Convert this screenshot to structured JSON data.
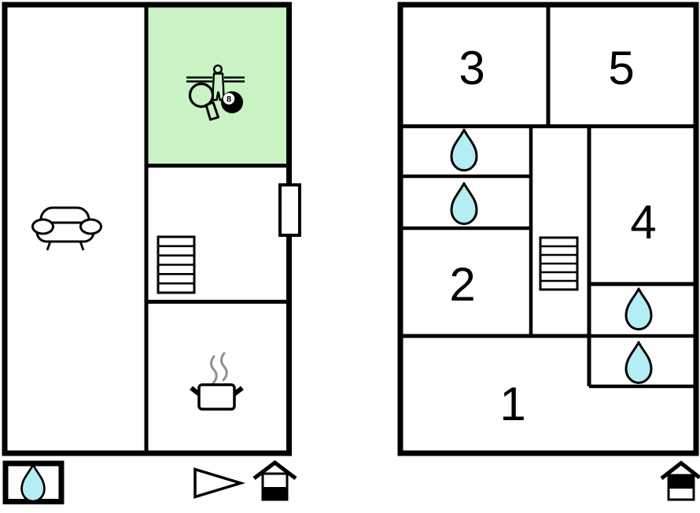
{
  "colors": {
    "wall": "#000000",
    "background": "#ffffff",
    "game_room_fill": "#c9f2c5",
    "water_drop_fill": "#b2eef3",
    "steam_gray": "#8f8f8f"
  },
  "ground_floor": {
    "pool_ball_number": "8",
    "icons": [
      "table-football-icon",
      "table-tennis-icon",
      "pool-eight-ball-icon",
      "sofa-icon",
      "stairs-icon",
      "window-icon",
      "cooking-pot-icon",
      "water-drop-icon",
      "north-arrow-icon",
      "house-entrance-ground-icon"
    ]
  },
  "first_floor": {
    "rooms": [
      {
        "number": "1"
      },
      {
        "number": "2"
      },
      {
        "number": "3"
      },
      {
        "number": "4"
      },
      {
        "number": "5"
      }
    ],
    "icons": [
      "water-drop-icon",
      "water-drop-icon",
      "water-drop-icon",
      "water-drop-icon",
      "stairs-icon",
      "house-entrance-upper-icon"
    ]
  }
}
